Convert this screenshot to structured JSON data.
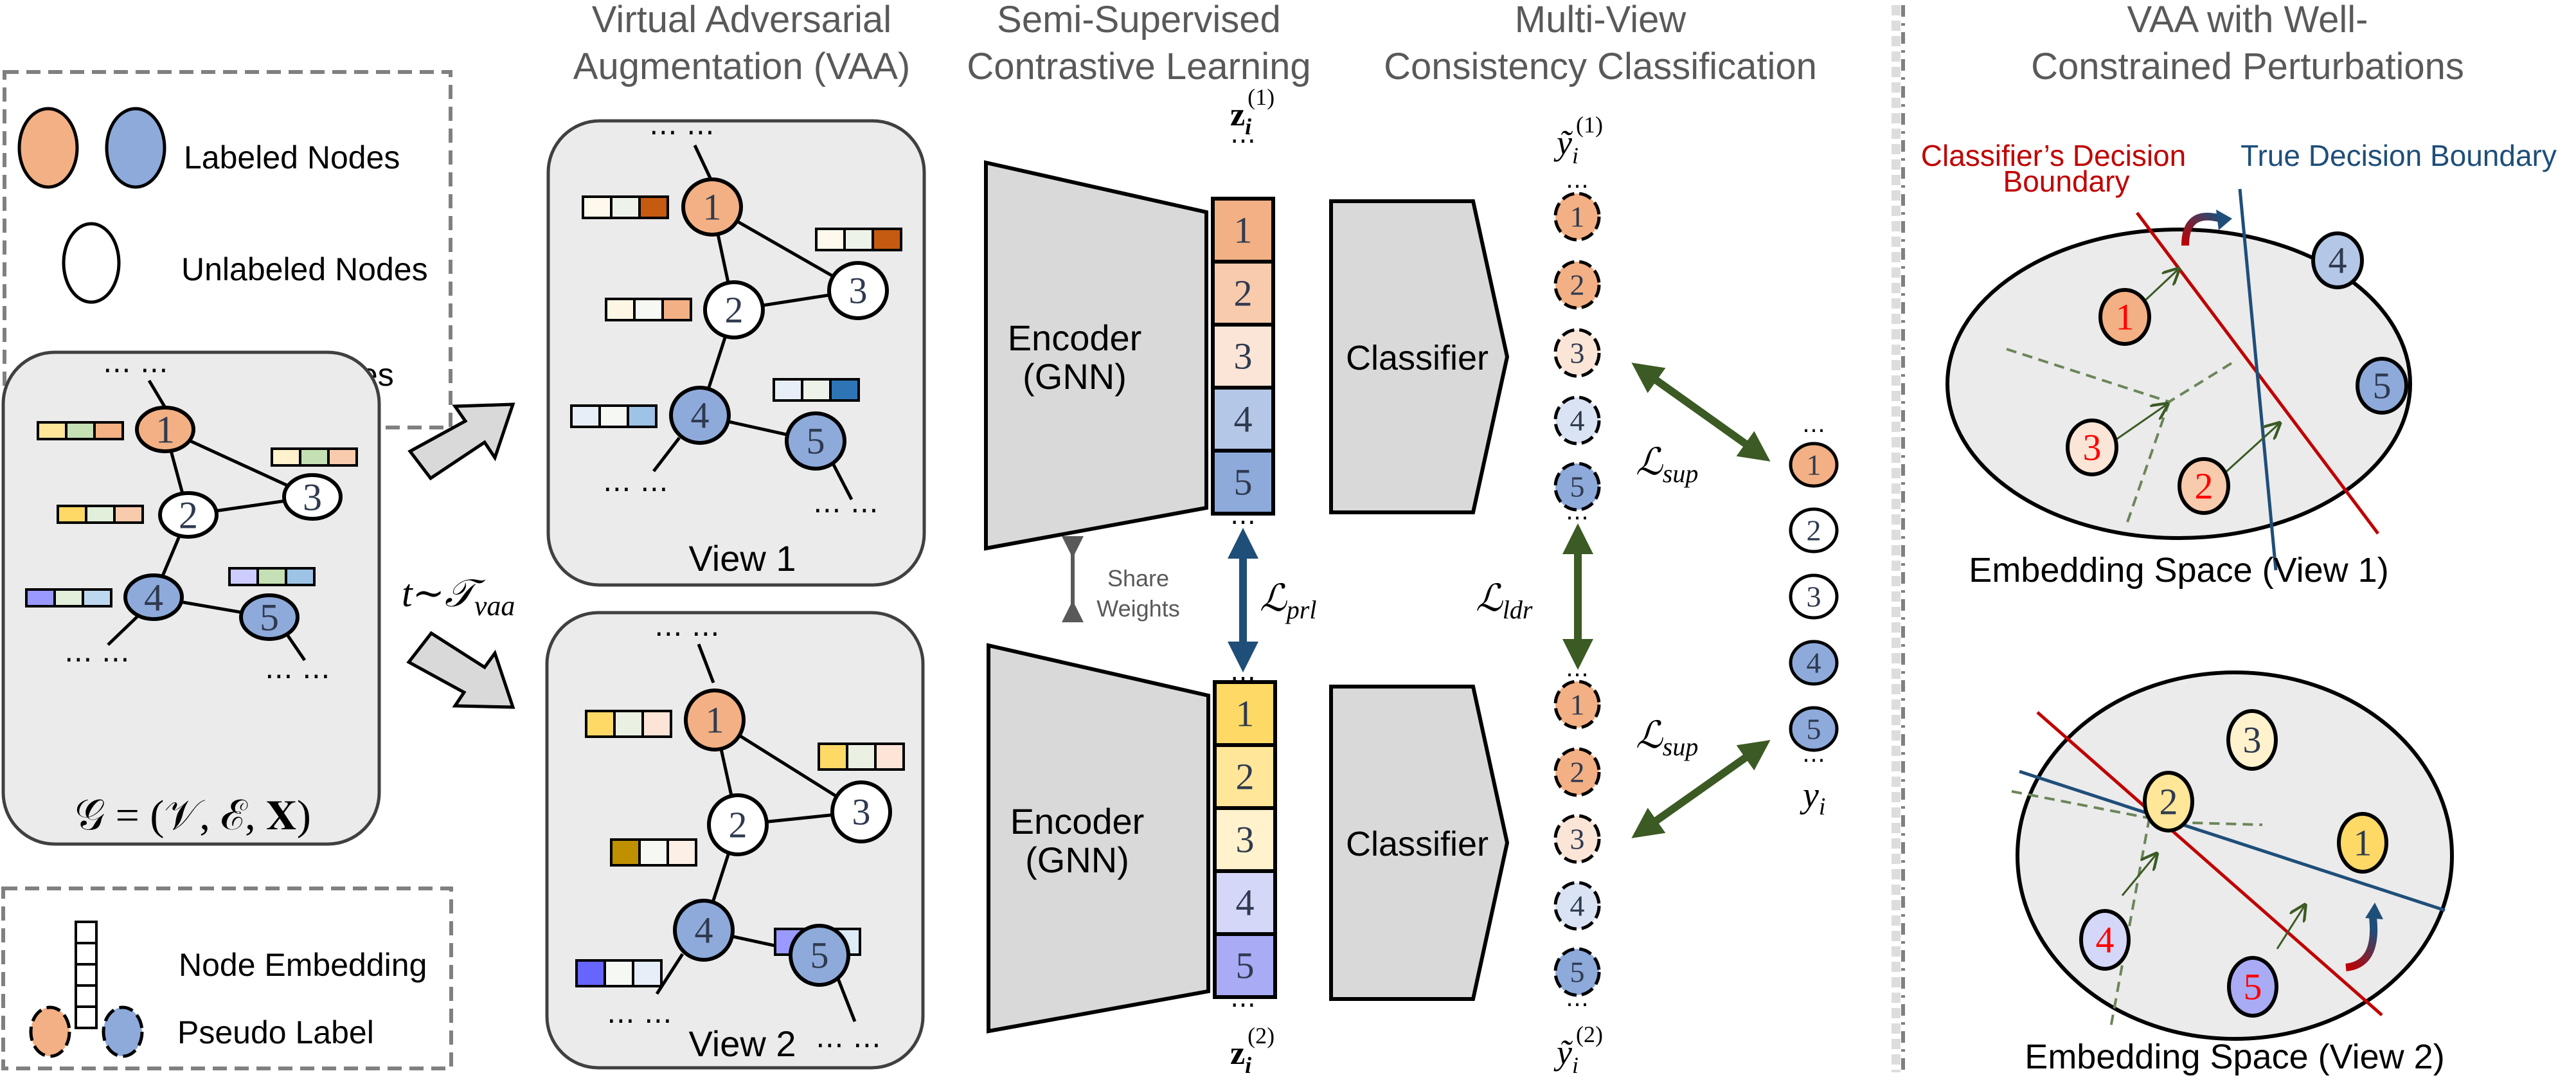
{
  "colors": {
    "orange": "#f2b084",
    "blue": "#8eaadb",
    "box_fill": "#ebebeb",
    "block_fill": "#d9d9d9",
    "title_gray": "#595959",
    "loss_blue": "#1f4e79",
    "loss_green": "#3b5a24",
    "classifier_boundary": "#c00000",
    "true_boundary": "#1f4e79",
    "divider": "#808080"
  },
  "section_titles": {
    "vaa": [
      "Virtual Adversarial",
      "Augmentation (VAA)"
    ],
    "sscl": [
      "Semi-Supervised",
      "Contrastive Learning"
    ],
    "mvcc": [
      "Multi-View",
      "Consistency Classification"
    ],
    "wcp": [
      "VAA with Well-",
      "Constrained Perturbations"
    ]
  },
  "legend_top": {
    "labeled": "Labeled Nodes",
    "unlabeled": "Unlabeled Nodes",
    "features": "Node Features"
  },
  "legend_bottom": {
    "embedding": "Node Embedding",
    "pseudo": "Pseudo Label"
  },
  "original_graph": {
    "formula": "𝒢 = (𝒱, ℰ, 𝐗)",
    "ellipsis": "⋯ ⋯",
    "nodes": [
      {
        "id": "1",
        "type": "labeled-orange",
        "features": [
          "#ffe699",
          "#c5e0b4",
          "#f4b183"
        ]
      },
      {
        "id": "2",
        "type": "unlabeled",
        "features": [
          "#ffd966",
          "#e2efda",
          "#f8cbad"
        ]
      },
      {
        "id": "3",
        "type": "unlabeled",
        "features": [
          "#fff2cc",
          "#c5e0b4",
          "#f8cbad"
        ]
      },
      {
        "id": "4",
        "type": "labeled-blue",
        "features": [
          "#9999ff",
          "#e2efda",
          "#bdd7ee"
        ]
      },
      {
        "id": "5",
        "type": "labeled-blue",
        "features": [
          "#ccccff",
          "#c5e0b4",
          "#9dc3e6"
        ]
      }
    ]
  },
  "augmentation": {
    "sampler": "t∼𝒯",
    "sampler_sub": "vaa"
  },
  "view1": {
    "label": "View 1",
    "nodes": [
      {
        "id": "1",
        "type": "labeled-orange",
        "features": [
          "#fef9ec",
          "#eef3ea",
          "#c55a11"
        ]
      },
      {
        "id": "2",
        "type": "unlabeled",
        "features": [
          "#fef6e4",
          "#f6f8f3",
          "#f2b084"
        ]
      },
      {
        "id": "3",
        "type": "unlabeled",
        "features": [
          "#fef9ec",
          "#eef3ea",
          "#c55a11"
        ]
      },
      {
        "id": "4",
        "type": "labeled-blue",
        "features": [
          "#e8eef8",
          "#f6f8f3",
          "#9dc3e6"
        ]
      },
      {
        "id": "5",
        "type": "labeled-blue",
        "features": [
          "#e8eef8",
          "#eef3ea",
          "#2e75b6"
        ]
      }
    ]
  },
  "view2": {
    "label": "View 2",
    "nodes": [
      {
        "id": "1",
        "type": "labeled-orange",
        "features": [
          "#ffd966",
          "#eaf1e3",
          "#fce4d6"
        ]
      },
      {
        "id": "2",
        "type": "unlabeled",
        "features": [
          "#bf9000",
          "#f6f8f3",
          "#fcefe6"
        ]
      },
      {
        "id": "3",
        "type": "unlabeled",
        "features": [
          "#ffd966",
          "#eaf1e3",
          "#fce4d6"
        ]
      },
      {
        "id": "4",
        "type": "labeled-blue",
        "features": [
          "#6666ff",
          "#f6f8f3",
          "#e6eef8"
        ]
      },
      {
        "id": "5",
        "type": "labeled-blue",
        "features": [
          "#9999ff",
          "#eaf1e3",
          "#ddebf7"
        ]
      }
    ]
  },
  "encoder": {
    "label_line1": "Encoder",
    "label_line2": "(GNN)",
    "share_line1": "Share",
    "share_line2": "Weights"
  },
  "embeddings": {
    "z1_label": "z",
    "z1_sub": "i",
    "z1_sup": "(1)",
    "z2_sup": "(2)",
    "z1_cells": [
      {
        "n": "1",
        "color": "#f2b084"
      },
      {
        "n": "2",
        "color": "#f8cbad"
      },
      {
        "n": "3",
        "color": "#fbe5d6"
      },
      {
        "n": "4",
        "color": "#b4c7e7"
      },
      {
        "n": "5",
        "color": "#8eaadb"
      }
    ],
    "z2_cells": [
      {
        "n": "1",
        "color": "#ffd966"
      },
      {
        "n": "2",
        "color": "#ffe699"
      },
      {
        "n": "3",
        "color": "#fff2cc"
      },
      {
        "n": "4",
        "color": "#d4d7f7"
      },
      {
        "n": "5",
        "color": "#a9abf5"
      }
    ]
  },
  "classifier": {
    "label": "Classifier"
  },
  "pseudo_labels": {
    "y1_label": "ỹ",
    "y1_sup": "(1)",
    "y2_sup": "(2)",
    "sub": "i",
    "view1": [
      {
        "n": "1",
        "color": "#f2b084"
      },
      {
        "n": "2",
        "color": "#f2b084"
      },
      {
        "n": "3",
        "color": "#fbe5d6"
      },
      {
        "n": "4",
        "color": "#dae3f3"
      },
      {
        "n": "5",
        "color": "#8eaadb"
      }
    ],
    "view2": [
      {
        "n": "1",
        "color": "#f2b084"
      },
      {
        "n": "2",
        "color": "#f2b084"
      },
      {
        "n": "3",
        "color": "#fbe5d6"
      },
      {
        "n": "4",
        "color": "#dae3f3"
      },
      {
        "n": "5",
        "color": "#8eaadb"
      }
    ]
  },
  "true_labels": {
    "label": "y",
    "sub": "i",
    "nodes": [
      {
        "n": "1",
        "color": "#f2b084"
      },
      {
        "n": "2",
        "color": "#ffffff"
      },
      {
        "n": "3",
        "color": "#ffffff"
      },
      {
        "n": "4",
        "color": "#8eaadb"
      },
      {
        "n": "5",
        "color": "#8eaadb"
      }
    ]
  },
  "losses": {
    "prl": "prl",
    "ldr": "ldr",
    "sup": "sup",
    "script_L": "ℒ"
  },
  "embedding_space": {
    "classifier_boundary_label_line1": "Classifier’s Decision",
    "classifier_boundary_label_line2": "Boundary",
    "true_boundary_label": "True Decision Boundary",
    "view1_caption": "Embedding Space (View 1)",
    "view2_caption": "Embedding Space (View 2)",
    "view1_nodes": [
      {
        "n": "1",
        "color": "#f2b084",
        "text_color": "#ff0000"
      },
      {
        "n": "2",
        "color": "#f8cbad",
        "text_color": "#ff0000"
      },
      {
        "n": "3",
        "color": "#fbe5d6",
        "text_color": "#ff0000"
      },
      {
        "n": "4",
        "color": "#b4c7e7",
        "text_color": "#2f3a4f"
      },
      {
        "n": "5",
        "color": "#8eaadb",
        "text_color": "#2f3a4f"
      }
    ],
    "view2_nodes": [
      {
        "n": "1",
        "color": "#ffd966",
        "text_color": "#2f3a4f"
      },
      {
        "n": "2",
        "color": "#ffe699",
        "text_color": "#2f3a4f"
      },
      {
        "n": "3",
        "color": "#fff2cc",
        "text_color": "#2f3a4f"
      },
      {
        "n": "4",
        "color": "#d4d7f7",
        "text_color": "#ff0000"
      },
      {
        "n": "5",
        "color": "#a9abf5",
        "text_color": "#ff0000"
      }
    ]
  }
}
